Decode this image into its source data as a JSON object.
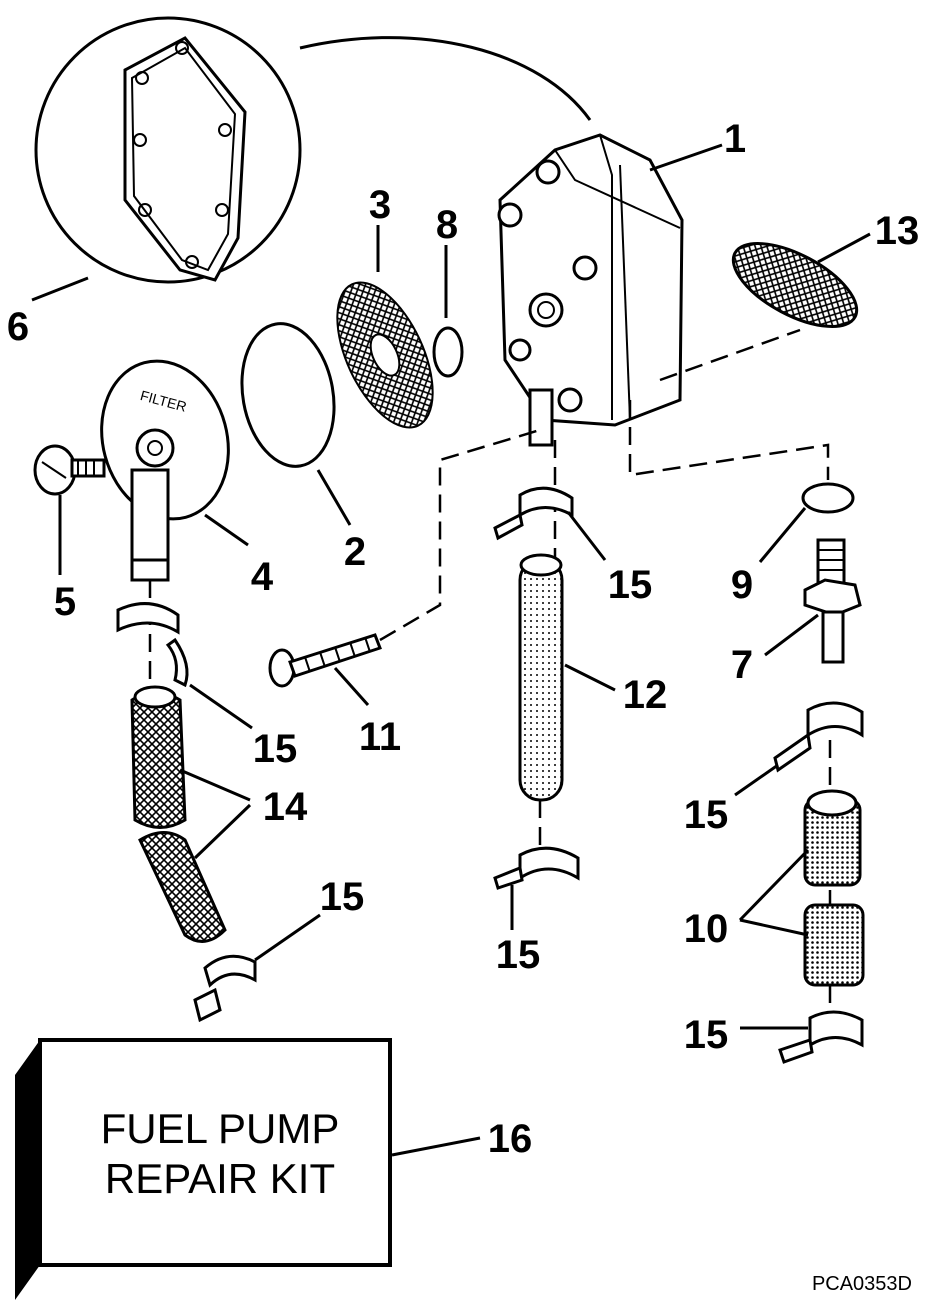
{
  "diagram": {
    "code": "PCA0353D",
    "kit_label_line1": "FUEL PUMP",
    "kit_label_line2": "REPAIR KIT",
    "parts": {
      "p1": "1",
      "p2": "2",
      "p3": "3",
      "p4": "4",
      "p5": "5",
      "p6": "6",
      "p7": "7",
      "p8": "8",
      "p9": "9",
      "p10": "10",
      "p11": "11",
      "p12": "12",
      "p13": "13",
      "p14": "14",
      "p15": "15",
      "p16": "16"
    },
    "filter_cover_text": "FILTER"
  }
}
